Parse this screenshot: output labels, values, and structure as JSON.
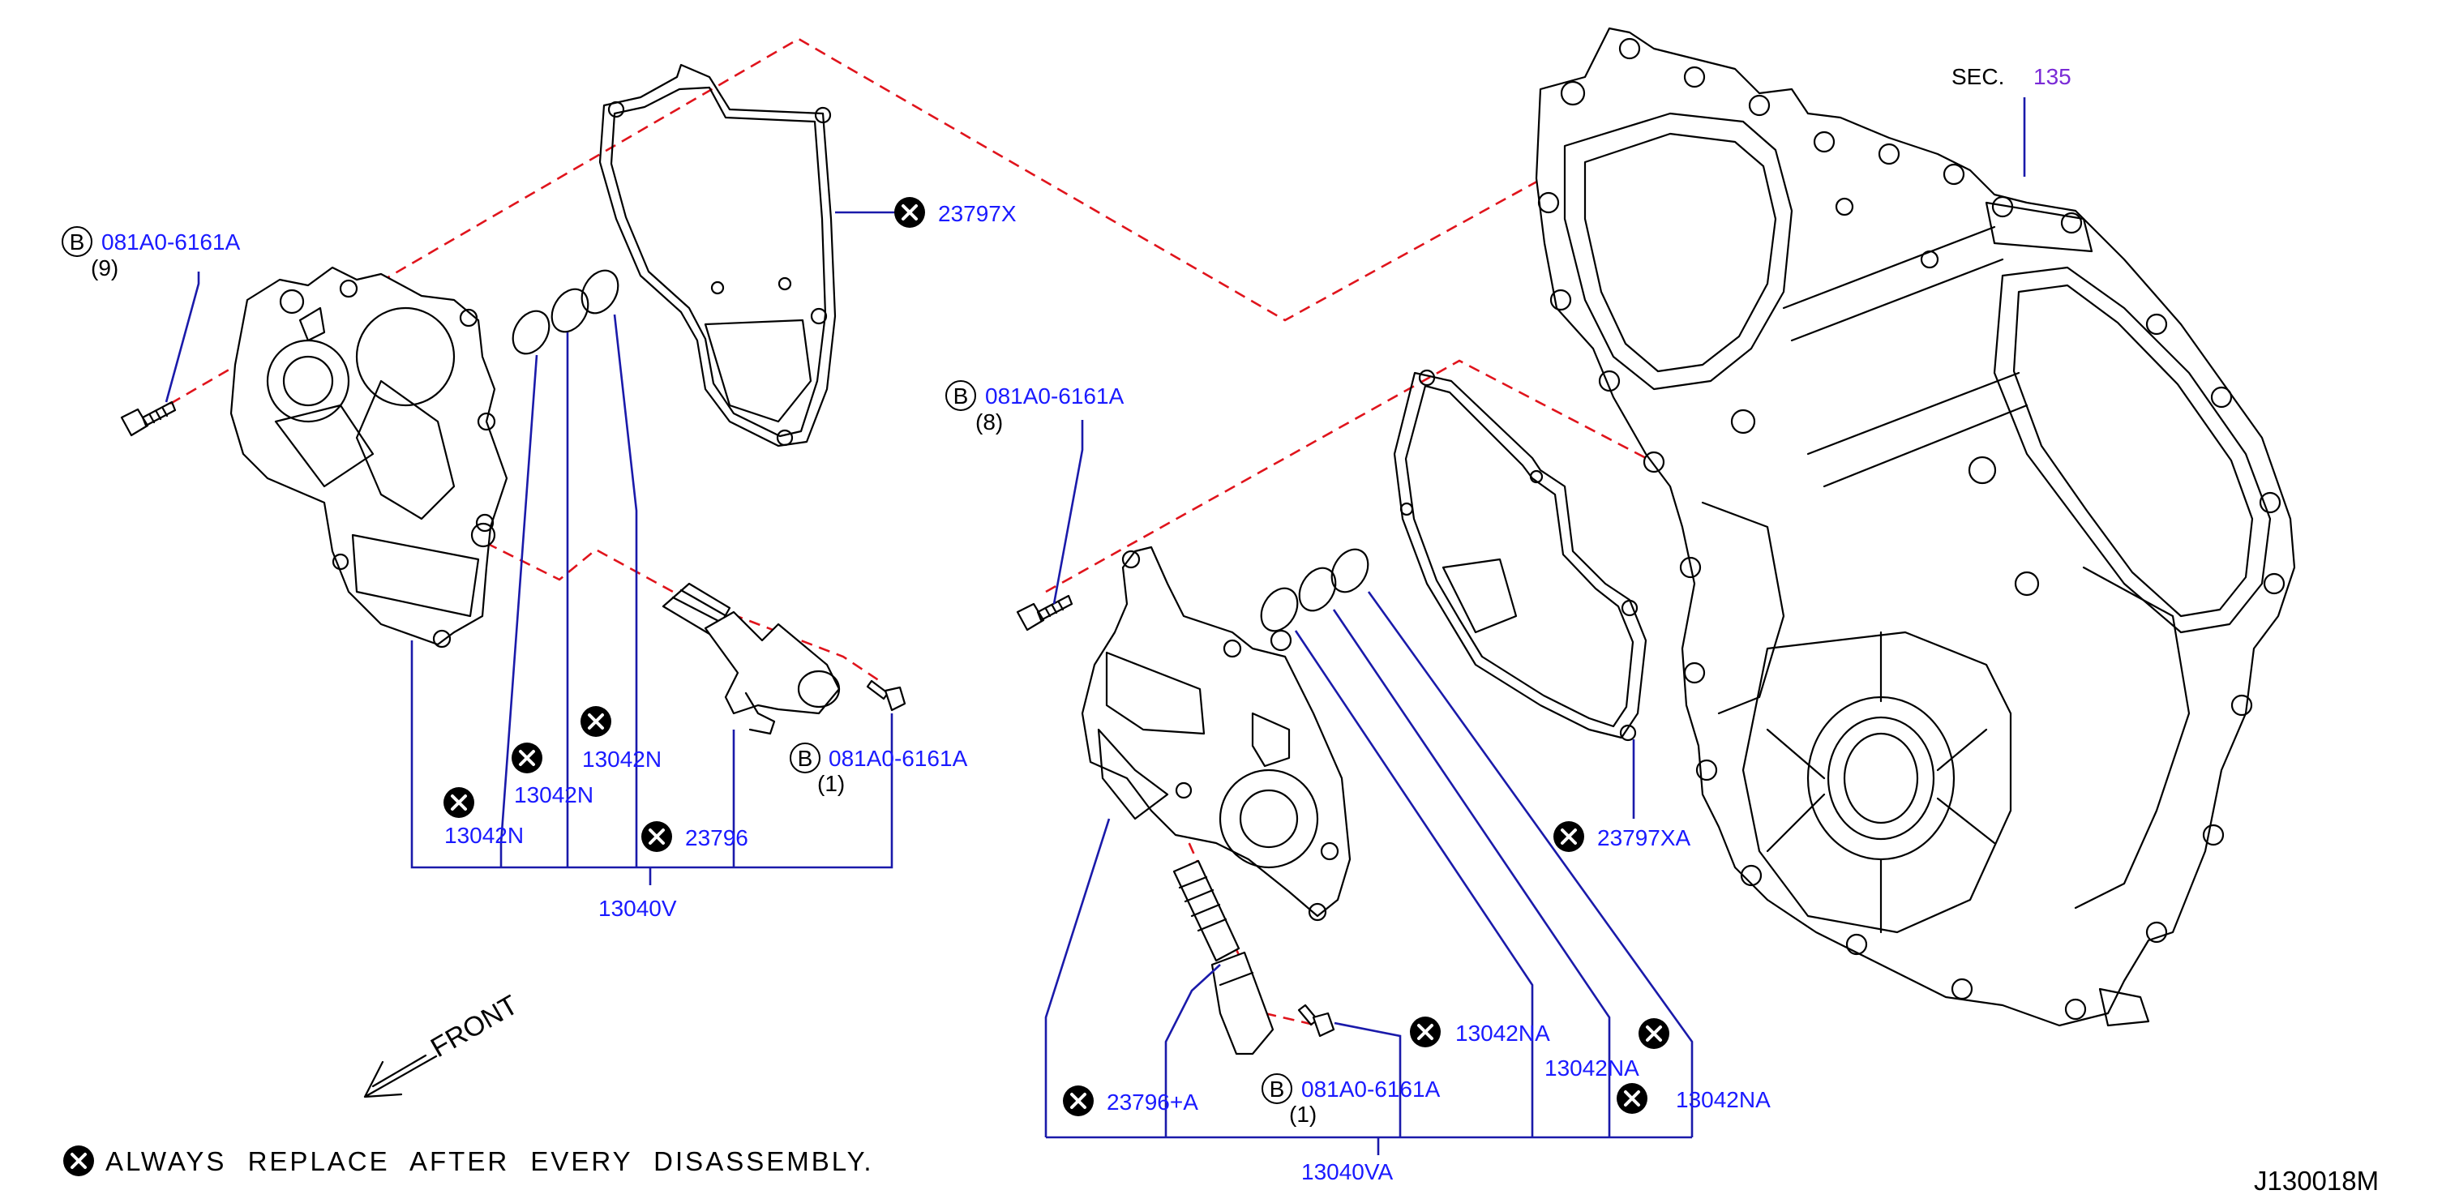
{
  "figure_id": "J130018M",
  "note": "ALWAYS  REPLACE  AFTER  EVERY  DISASSEMBLY.",
  "front_label": "FRONT",
  "section_ref": {
    "prefix": "SEC.",
    "number": "135"
  },
  "bolt_symbol": "B",
  "colors": {
    "callout": "#1a1aff",
    "leader": "#1a1aaa",
    "dashed": "#e0141c",
    "section_link": "#7a2bd6"
  },
  "icons": [
    "replace-mark-icon",
    "bolt-b-icon",
    "front-arrow-icon"
  ],
  "labels": {
    "bolt_left_top": "081A0-6161A",
    "bolt_left_top_qty": "(9)",
    "gasket_left": "23797X",
    "oring_left_1": "13042N",
    "oring_left_2": "13042N",
    "oring_left_3": "13042N",
    "valve_left": "23796",
    "bolt_left_small": "081A0-6161A",
    "bolt_left_small_qty": "(1)",
    "assembly_left": "13040V",
    "bolt_right_top": "081A0-6161A",
    "bolt_right_top_qty": "(8)",
    "gasket_right": "23797XA",
    "oring_right_1": "13042NA",
    "oring_right_2": "13042NA",
    "oring_right_3": "13042NA",
    "valve_right": "23796+A",
    "bolt_right_small": "081A0-6161A",
    "bolt_right_small_qty": "(1)",
    "assembly_right": "13040VA"
  }
}
